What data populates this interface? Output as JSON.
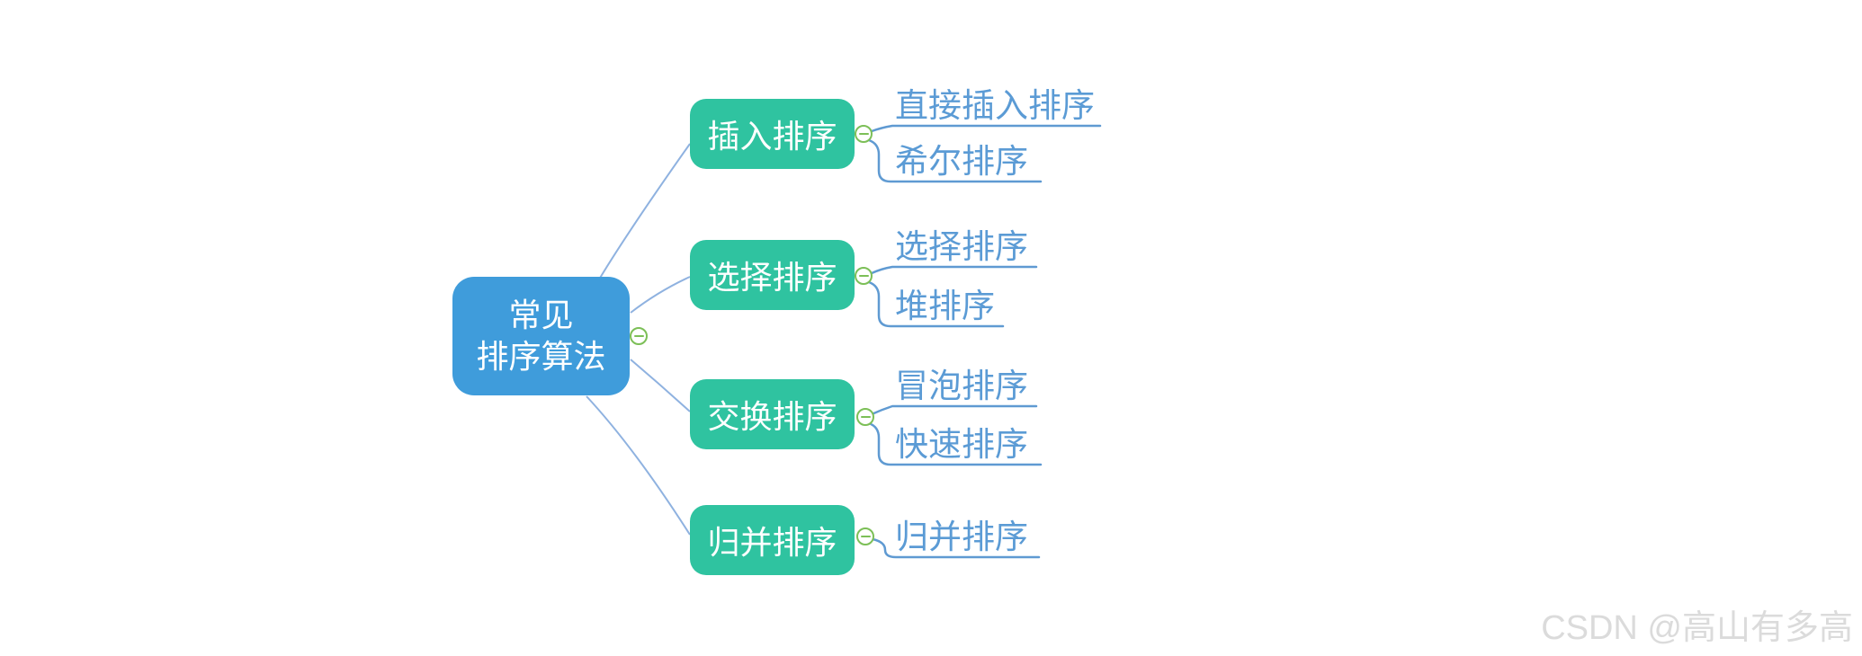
{
  "theme": {
    "root-fill": "#3f9cdb",
    "branch-fill": "#2fc3a0",
    "leaf-text": "#5b9bd5",
    "connector": "#8fb2e0",
    "underline": "#5f9ad2",
    "icon-green": "#7cbf57",
    "watermark-color": "#dbdbdb",
    "node-text": "#ffffff"
  },
  "mindmap": {
    "root": {
      "label_line1": "常见",
      "label_line2": "排序算法"
    },
    "branches": [
      {
        "label": "插入排序",
        "children": [
          {
            "label": "直接插入排序"
          },
          {
            "label": "希尔排序"
          }
        ]
      },
      {
        "label": "选择排序",
        "children": [
          {
            "label": "选择排序"
          },
          {
            "label": "堆排序"
          }
        ]
      },
      {
        "label": "交换排序",
        "children": [
          {
            "label": "冒泡排序"
          },
          {
            "label": "快速排序"
          }
        ]
      },
      {
        "label": "归并排序",
        "children": [
          {
            "label": "归并排序"
          }
        ]
      }
    ],
    "collapse_icon": "minus"
  },
  "watermark": {
    "text": "CSDN @高山有多高"
  }
}
